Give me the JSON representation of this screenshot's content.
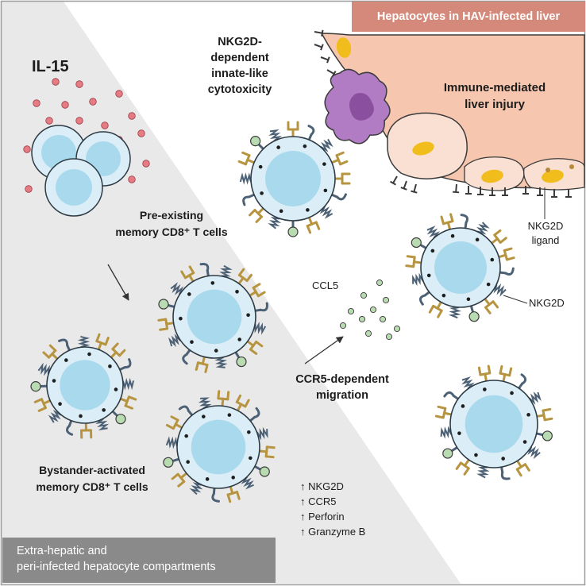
{
  "header": {
    "title": "Hepatocytes in HAV-infected liver"
  },
  "labels": {
    "il15": "IL-15",
    "nkg2d_dependent": [
      "NKG2D-",
      "dependent",
      "innate-like",
      "cytotoxicity"
    ],
    "immune_injury": [
      "Immune-mediated",
      "liver injury"
    ],
    "pre_existing": [
      "Pre-existing",
      "memory CD8⁺ T cells"
    ],
    "ccl5": "CCL5",
    "nkg2d_ligand": [
      "NKG2D",
      "ligand"
    ],
    "nkg2d": "NKG2D",
    "ccr5_migration": [
      "CCR5-dependent",
      "migration"
    ],
    "bystander": [
      "Bystander-activated",
      "memory CD8⁺ T cells"
    ]
  },
  "upregulated": [
    "↑ NKG2D",
    "↑ CCR5",
    "↑ Perforin",
    "↑ Granzyme B"
  ],
  "footer": {
    "lines": [
      "Extra-hepatic and",
      "peri-infected hepatocyte compartments"
    ]
  },
  "colors": {
    "panel_gray": "#e9e9e9",
    "hepatocyte": "#f6c6ae",
    "hepatocyte_dying": "#fae0d3",
    "nucleus_yellow": "#f1bd1c",
    "apoptotic_cell": "#b17cc4",
    "tcell_outer": "#dbeef7",
    "tcell_inner": "#a9d9ec",
    "receptor_gold": "#b7943f",
    "receptor_slate": "#4c6175",
    "granule_green": "#b9dbb1",
    "il15_dot": "#e67b84"
  }
}
